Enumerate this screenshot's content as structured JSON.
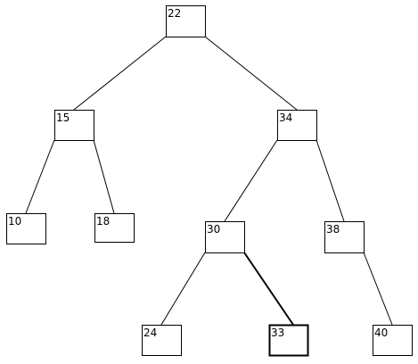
{
  "tree": {
    "nodes": [
      {
        "id": "n22",
        "label": "22",
        "highlighted": false
      },
      {
        "id": "n15",
        "label": "15",
        "highlighted": false
      },
      {
        "id": "n34",
        "label": "34",
        "highlighted": false
      },
      {
        "id": "n10",
        "label": "10",
        "highlighted": false
      },
      {
        "id": "n18",
        "label": "18",
        "highlighted": false
      },
      {
        "id": "n30",
        "label": "30",
        "highlighted": false
      },
      {
        "id": "n38",
        "label": "38",
        "highlighted": false
      },
      {
        "id": "n24",
        "label": "24",
        "highlighted": false
      },
      {
        "id": "n33",
        "label": "33",
        "highlighted": true
      },
      {
        "id": "n40",
        "label": "40",
        "highlighted": false
      }
    ],
    "edges": [
      {
        "from": "n22",
        "to": "n15",
        "highlighted": false
      },
      {
        "from": "n22",
        "to": "n34",
        "highlighted": false
      },
      {
        "from": "n15",
        "to": "n10",
        "highlighted": false
      },
      {
        "from": "n15",
        "to": "n18",
        "highlighted": false
      },
      {
        "from": "n34",
        "to": "n30",
        "highlighted": false
      },
      {
        "from": "n34",
        "to": "n38",
        "highlighted": false
      },
      {
        "from": "n30",
        "to": "n24",
        "highlighted": false
      },
      {
        "from": "n30",
        "to": "n33",
        "highlighted": true
      },
      {
        "from": "n38",
        "to": "n40",
        "highlighted": false
      }
    ]
  }
}
